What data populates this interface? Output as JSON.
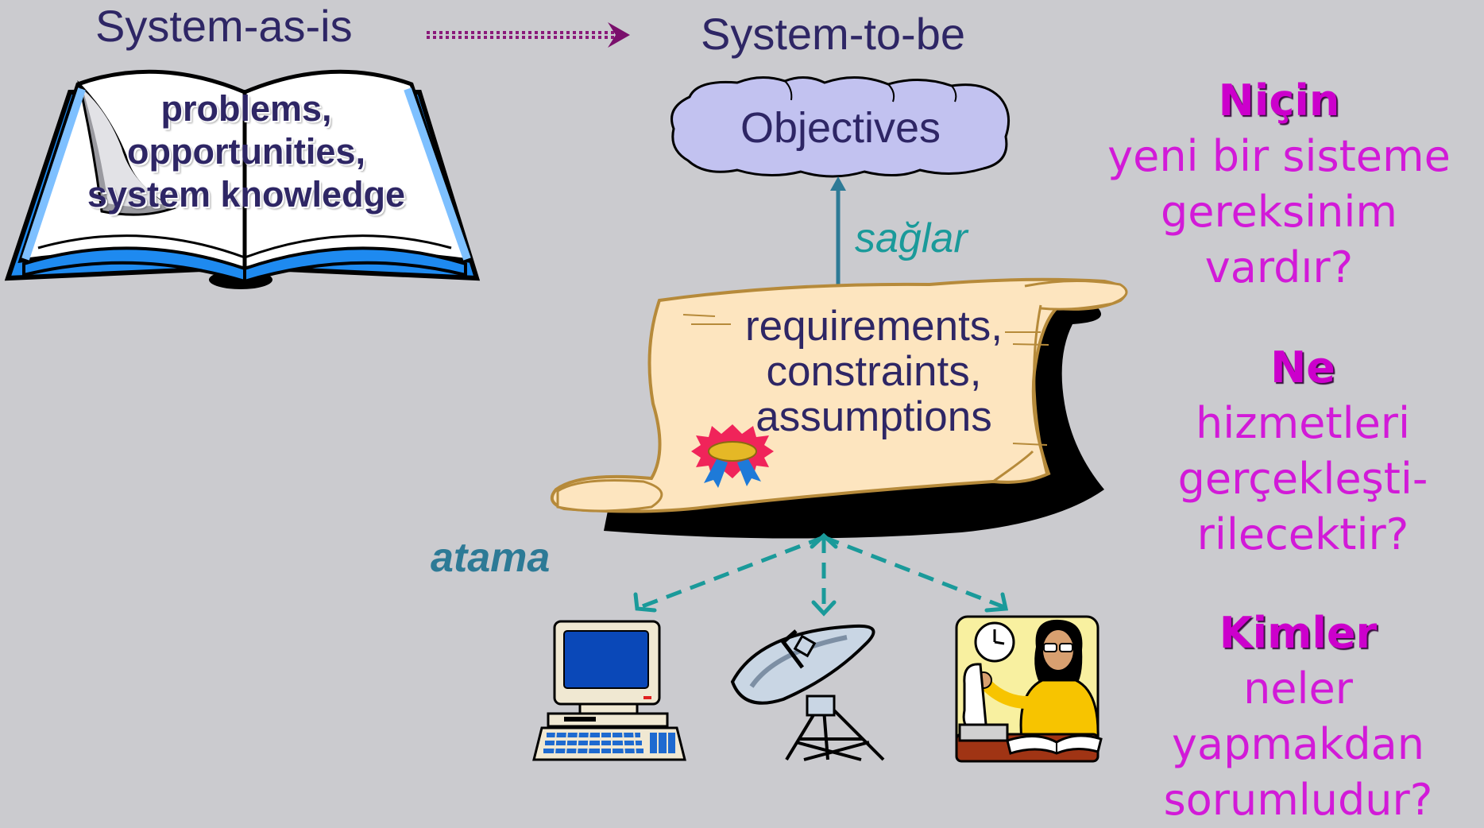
{
  "titles": {
    "as_is": "System-as-is",
    "to_be": "System-to-be"
  },
  "book": {
    "line1": "problems,",
    "line2": "opportunities,",
    "line3": "system knowledge"
  },
  "cloud": {
    "label": "Objectives"
  },
  "scroll": {
    "line1": "requirements,",
    "line2": "constraints,",
    "line3": "assumptions"
  },
  "edges": {
    "provides": "sağlar",
    "assign": "atama"
  },
  "questions": {
    "why": {
      "head": "Niçin",
      "lines": [
        "yeni bir sisteme",
        "gereksinim",
        "vardır?"
      ]
    },
    "what": {
      "head": "Ne",
      "lines": [
        "hizmetleri",
        "gerçekleşti-",
        "rilecektir?"
      ]
    },
    "who": {
      "head": "Kimler",
      "lines": [
        "neler yapmakdan",
        "sorumludur?"
      ]
    }
  },
  "colors": {
    "background": "#cbcbcf",
    "text_dark": "#2e2665",
    "magenta": "#d21ad8",
    "teal": "#1a9a9a",
    "cloud_fill": "#c2c2f0",
    "scroll_fill": "#fde5bf",
    "book_blue": "#1e8af0"
  },
  "icons": [
    "book-icon",
    "cloud-icon",
    "scroll-icon",
    "computer-icon",
    "satellite-dish-icon",
    "person-reading-icon"
  ]
}
